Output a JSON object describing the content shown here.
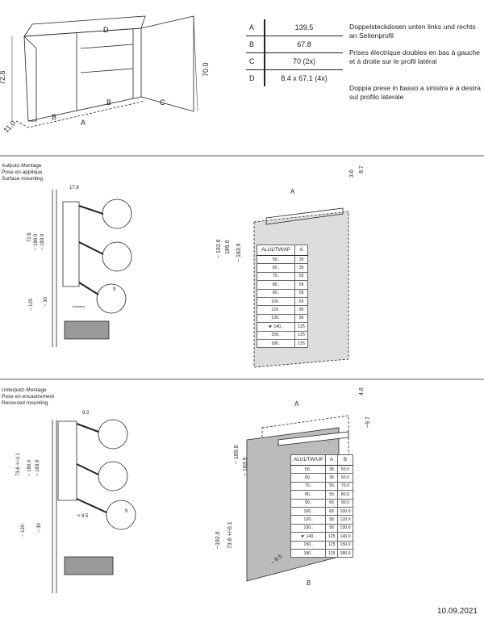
{
  "spec_table": [
    {
      "key": "A",
      "value": "139.5"
    },
    {
      "key": "B",
      "value": "67.8"
    },
    {
      "key": "C",
      "value": "70 (2x)"
    },
    {
      "key": "D",
      "value": "8.4 x 67.1 (4x)"
    }
  ],
  "notes": [
    "Doppelsteckdosen unten links und rechts an Seitenprofil",
    "Prises électrique doubles en bas à gauche et à droite sur le profil latéral",
    "Doppia prese in basso a sinistra e a destra sul profilo laterale"
  ],
  "top_drawing": {
    "d": "D",
    "h1": "72.6",
    "b1": "B",
    "a": "A",
    "b2": "B",
    "c": "C",
    "h2": "70.0",
    "depth": "11.0"
  },
  "surface": {
    "heading": [
      "Aufputz-Montage",
      "Pose en applique",
      "Surface mounting"
    ],
    "dims": {
      "d178": "17.8",
      "h726": "72.6",
      "h189": "~ 189.0",
      "h1839": "~ 183.9",
      "h120": "~ 120",
      "h30": "~ 30",
      "n9": "9",
      "a": "A",
      "d36": "3.6",
      "d87": "8.7",
      "h1926": "~ 192.6",
      "h1890": "189.0",
      "h1839b": "~ 183.9"
    },
    "table": {
      "headers": [
        "ALU1/TW/AP",
        "A"
      ],
      "rows": [
        [
          "50..",
          "35"
        ],
        [
          "60..",
          "35"
        ],
        [
          "70..",
          "55"
        ],
        [
          "80..",
          "55"
        ],
        [
          "90..",
          "65"
        ],
        [
          "100..",
          "65"
        ],
        [
          "120..",
          "95"
        ],
        [
          "130..",
          "95"
        ],
        [
          "140..",
          "125"
        ],
        [
          "150..",
          "125"
        ],
        [
          "180..",
          "125"
        ]
      ]
    }
  },
  "recessed": {
    "heading": [
      "Unterputz-Montage",
      "Pose en encastrement",
      "Recessed mounting"
    ],
    "dims": {
      "d93": "9.3",
      "h736": "73.6 +/-0.1",
      "h189": "~ 189.0",
      "h1839": "~ 183.9",
      "h120": "~ 120",
      "h30": "~ 30",
      "lt85": "< 8.5",
      "n9": "9",
      "a": "A",
      "d46": "4.6",
      "d97": "~9.7",
      "h1926": "~192.6",
      "h736b": "73.6 +/-0.1",
      "h1890": "~ 189.0",
      "h1839b": "~ 183.9",
      "d85": "~ 8.5",
      "b": "B"
    },
    "table": {
      "headers": [
        "ALU1/TW/UP",
        "A",
        "B"
      ],
      "rows": [
        [
          "50..",
          "35",
          "50.0"
        ],
        [
          "60..",
          "35",
          "60.0"
        ],
        [
          "70..",
          "55",
          "70.0"
        ],
        [
          "80..",
          "55",
          "80.0"
        ],
        [
          "90..",
          "65",
          "90.0"
        ],
        [
          "100..",
          "65",
          "100.0"
        ],
        [
          "120..",
          "95",
          "120.0"
        ],
        [
          "130..",
          "95",
          "130.0"
        ],
        [
          "140..",
          "125",
          "140.0"
        ],
        [
          "150..",
          "125",
          "150.0"
        ],
        [
          "180..",
          "125",
          "180.0"
        ]
      ]
    }
  },
  "date": "10.09.2021"
}
